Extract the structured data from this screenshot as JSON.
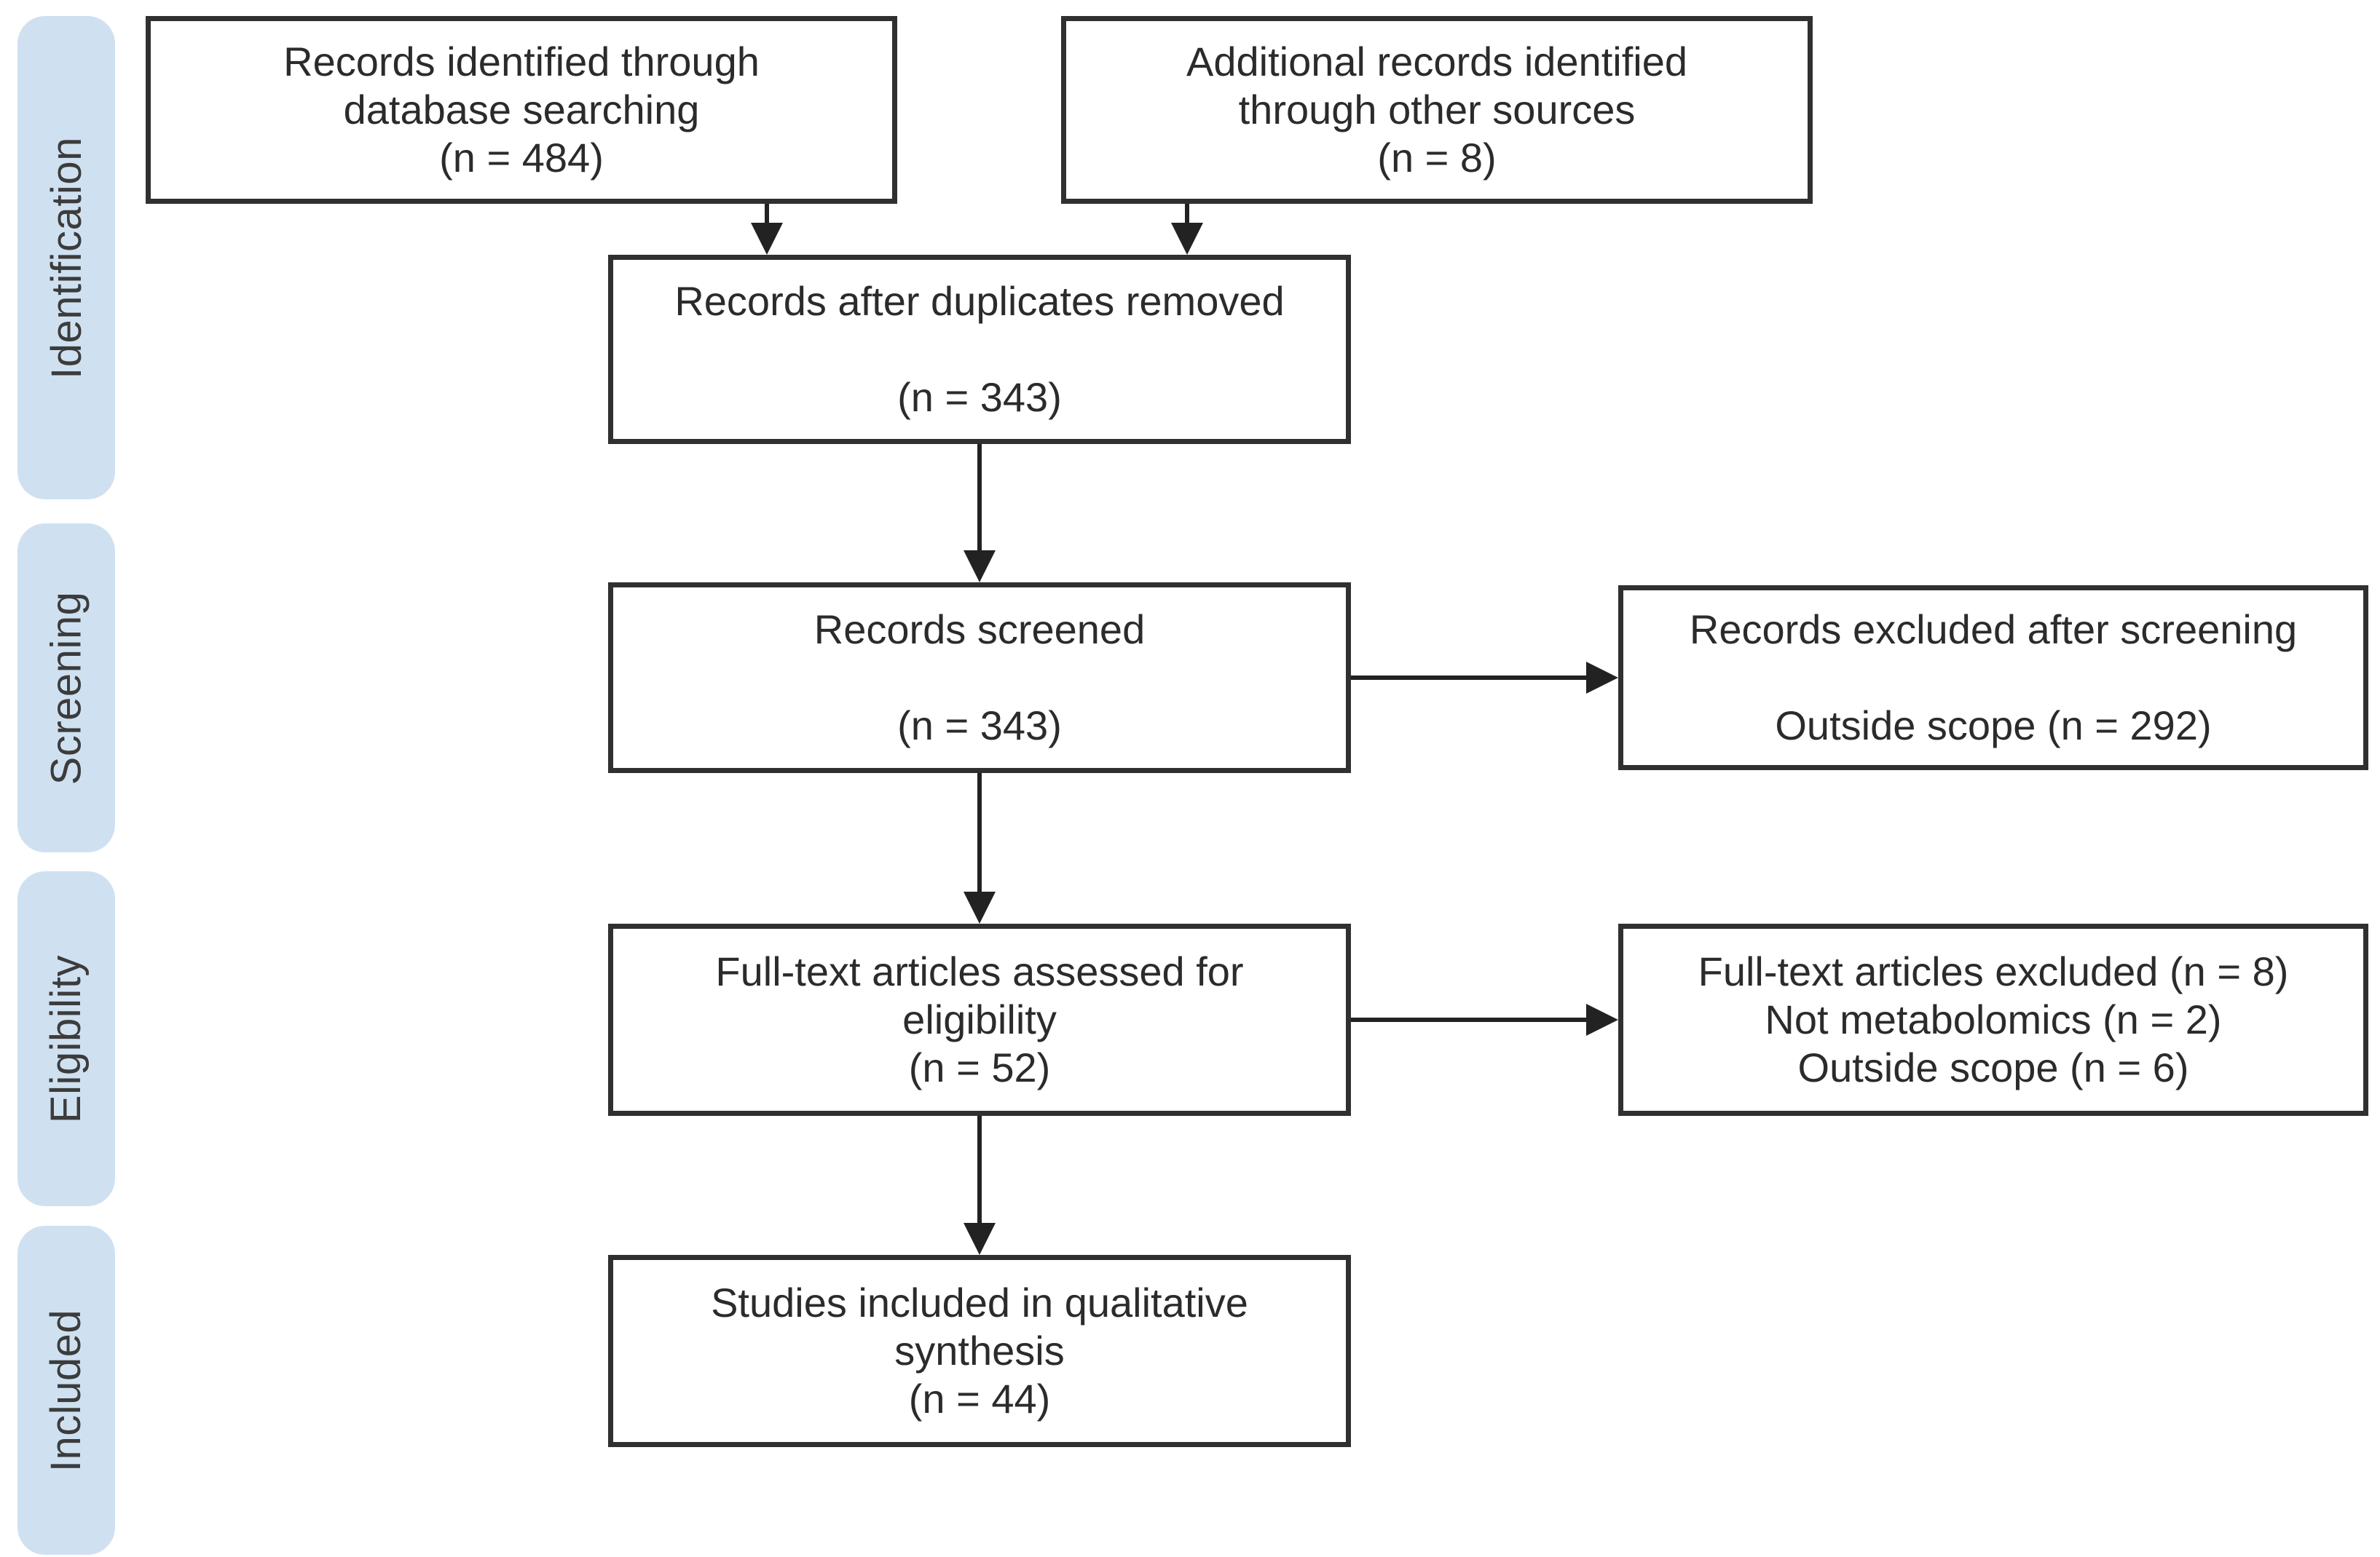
{
  "sidebar": {
    "stages": [
      {
        "id": "identification",
        "label": "Identification"
      },
      {
        "id": "screening",
        "label": "Screening"
      },
      {
        "id": "eligibility",
        "label": "Eligibility"
      },
      {
        "id": "included",
        "label": "Included"
      }
    ]
  },
  "boxes": {
    "identified_db": {
      "lines": [
        "Records identified through",
        "database searching",
        "(n = 484)"
      ],
      "n": 484
    },
    "identified_other": {
      "lines": [
        "Additional records identified",
        "through other sources",
        "(n = 8)"
      ],
      "n": 8
    },
    "duplicates_removed": {
      "lines": [
        "Records after duplicates removed",
        "",
        "(n = 343)"
      ],
      "n": 343
    },
    "screened": {
      "lines": [
        "Records screened",
        "",
        "(n = 343)"
      ],
      "n": 343
    },
    "excluded_screening": {
      "lines": [
        "Records excluded after screening",
        "",
        "Outside scope (n = 292)"
      ],
      "n": 292
    },
    "fulltext_assessed": {
      "lines": [
        "Full-text articles assessed for",
        "eligibility",
        "(n = 52)"
      ],
      "n": 52
    },
    "fulltext_excluded": {
      "lines": [
        "Full-text articles excluded (n = 8)",
        "Not metabolomics (n = 2)",
        "Outside scope (n = 6)"
      ],
      "n": 8
    },
    "included_qualitative": {
      "lines": [
        "Studies included in qualitative",
        "synthesis",
        "(n = 44)"
      ],
      "n": 44
    }
  },
  "colors": {
    "background": "#ffffff",
    "box_border": "#303030",
    "box_text": "#2b2b2b",
    "arrow": "#222222",
    "stage_fill": "#cfe1f1",
    "stage_text": "#3c3c3c"
  }
}
